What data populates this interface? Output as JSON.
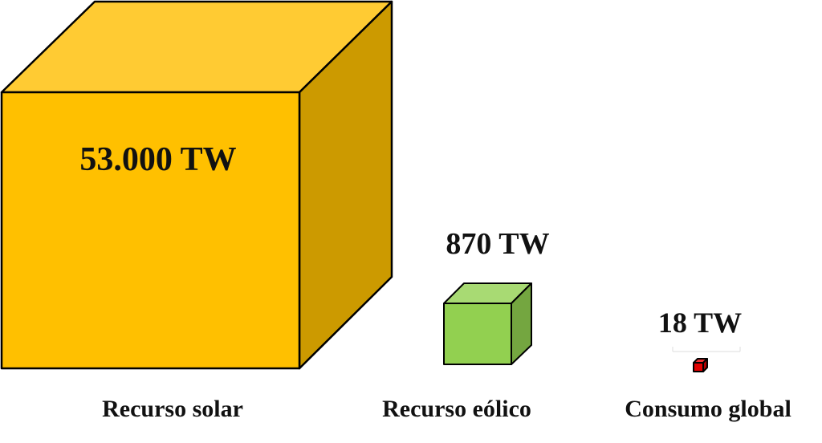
{
  "items": [
    {
      "value_label": "53.000 TW",
      "caption": "Recurso solar",
      "value_tw": 53000,
      "colors": {
        "front": "#FFC000",
        "top": "#FFCB33",
        "side": "#CC9A00"
      }
    },
    {
      "value_label": "870 TW",
      "caption": "Recurso eólico",
      "value_tw": 870,
      "colors": {
        "front": "#92D050",
        "top": "#A8DA73",
        "side": "#74A640"
      }
    },
    {
      "value_label": "18 TW",
      "caption": "Consumo global",
      "value_tw": 18,
      "colors": {
        "front": "#E00000",
        "top": "#F03030",
        "side": "#B00000"
      }
    }
  ]
}
